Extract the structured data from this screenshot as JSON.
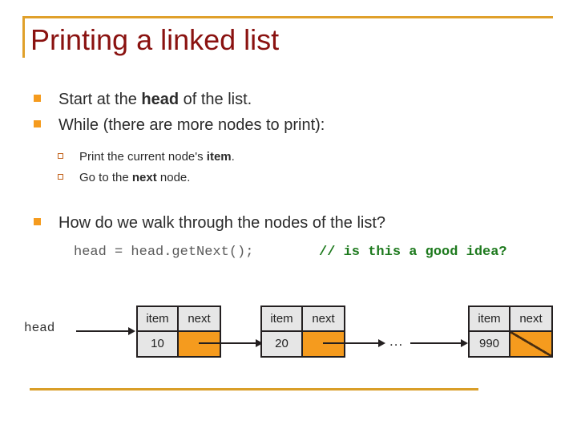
{
  "slide": {
    "title": "Printing a linked list",
    "accent_color": "#E0A02A",
    "title_color": "#8A1210",
    "bullet_color": "#F59B1E",
    "comment_color": "#1E7A1E"
  },
  "bullets": [
    {
      "level": 1,
      "segments": [
        {
          "text": "Start at the ",
          "bold": false
        },
        {
          "text": "head",
          "bold": true
        },
        {
          "text": " of the list.",
          "bold": false
        }
      ]
    },
    {
      "level": 1,
      "segments": [
        {
          "text": "While (there are more nodes to print):",
          "bold": false
        }
      ]
    },
    {
      "level": 2,
      "segments": [
        {
          "text": "Print the current node's ",
          "bold": false
        },
        {
          "text": "item",
          "bold": true
        },
        {
          "text": ".",
          "bold": false
        }
      ]
    },
    {
      "level": 2,
      "segments": [
        {
          "text": "Go to the ",
          "bold": false
        },
        {
          "text": "next",
          "bold": true
        },
        {
          "text": " node.",
          "bold": false
        }
      ]
    },
    {
      "level": 1,
      "segments": [
        {
          "text": "How do we walk through the nodes of the list?",
          "bold": false
        }
      ]
    }
  ],
  "code": {
    "statement": "head = head.getNext();",
    "comment": "// is this a good idea?"
  },
  "diagram": {
    "head_label": "head",
    "ellipsis": "...",
    "column_headers": {
      "item": "item",
      "next": "next"
    },
    "nodes": [
      {
        "item": "10",
        "next_is_null": false
      },
      {
        "item": "20",
        "next_is_null": false
      },
      {
        "item": "990",
        "next_is_null": true
      }
    ]
  }
}
